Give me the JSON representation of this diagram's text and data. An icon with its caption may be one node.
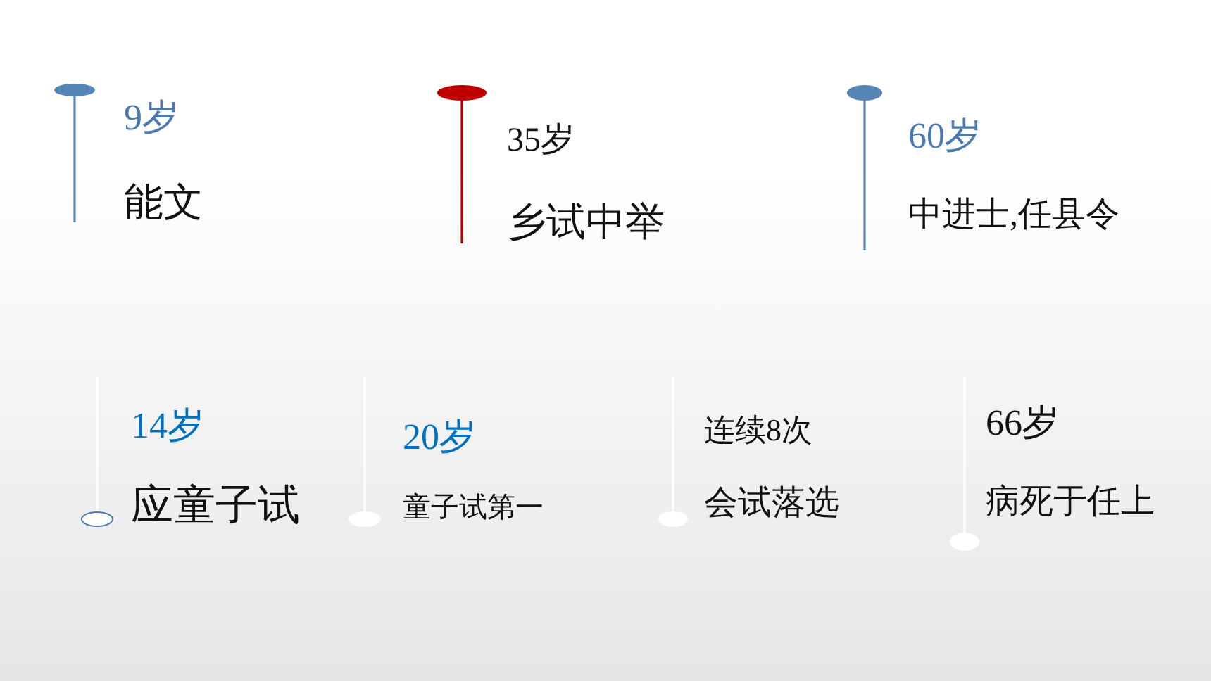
{
  "diagram": {
    "labels": [
      "9岁",
      "能文",
      "35岁",
      "乡试中举",
      "60岁",
      "中进士,任县令",
      "14岁",
      "应童子试",
      "20岁",
      "童子试第一",
      "连续8次",
      "会试落选",
      "66岁",
      "病死于任上"
    ]
  }
}
